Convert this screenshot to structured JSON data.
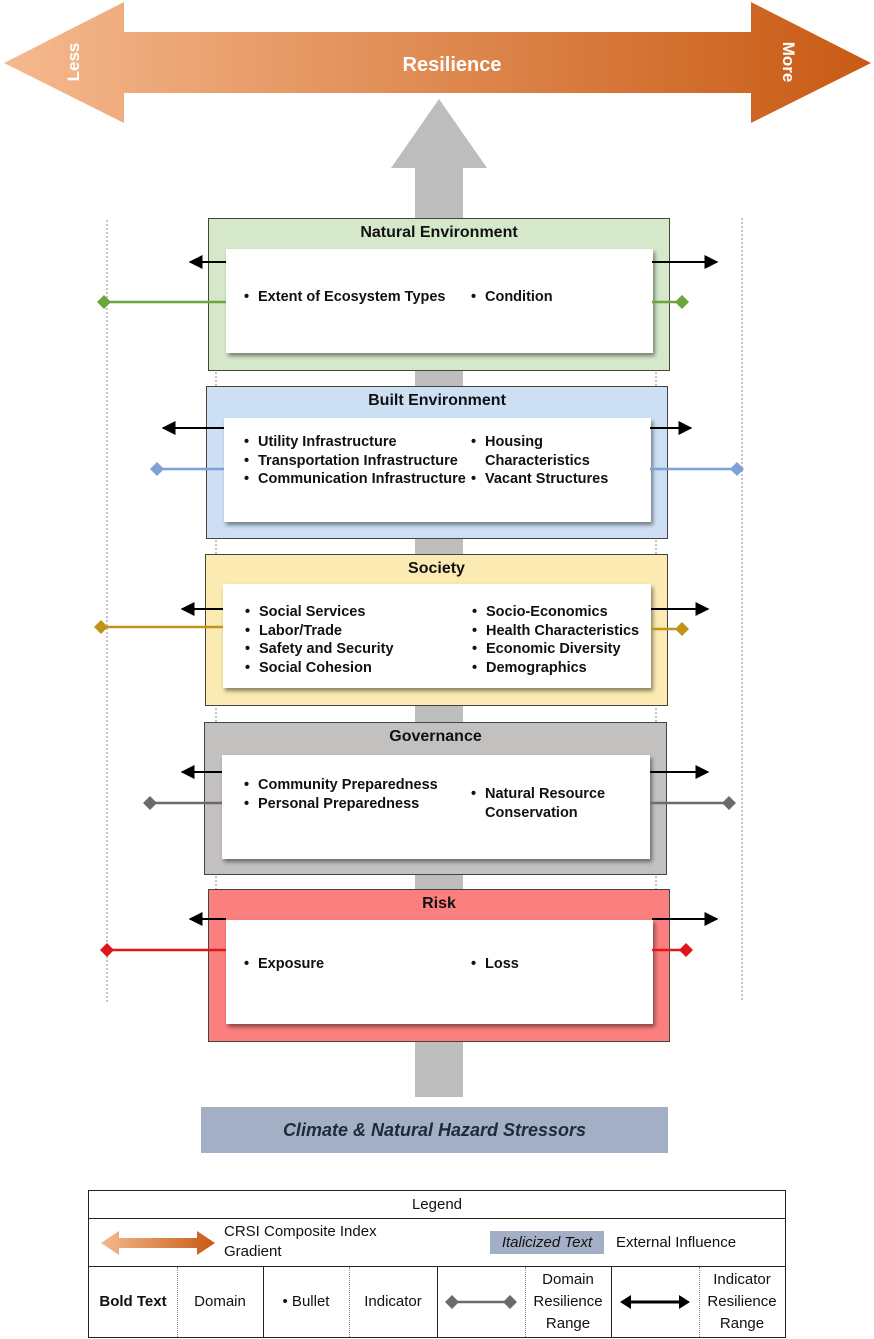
{
  "header": {
    "center_label": "Resilience",
    "left_label": "Less",
    "right_label": "More",
    "gradient_start": "#f5b98e",
    "gradient_end": "#c85a14"
  },
  "domains": [
    {
      "title": "Natural Environment",
      "fill": "#d5e8c9",
      "range_color": "#6aa63b",
      "col1": [
        "Extent of Ecosystem Types"
      ],
      "col2": [
        "Condition"
      ]
    },
    {
      "title": "Built Environment",
      "fill": "#cddff3",
      "range_color": "#7fa0d9",
      "col1": [
        "Utility Infrastructure",
        "Transportation Infrastructure",
        "Communication Infrastructure"
      ],
      "col2": [
        "Housing Characteristics",
        "Vacant Structures"
      ]
    },
    {
      "title": "Society",
      "fill": "#fbeab1",
      "range_color": "#c09418",
      "col1": [
        "Social Services",
        "Labor/Trade",
        "Safety and Security",
        "Social Cohesion"
      ],
      "col2": [
        "Socio-Economics",
        "Health Characteristics",
        "Economic Diversity",
        "Demographics"
      ]
    },
    {
      "title": "Governance",
      "fill": "#c3c0c0",
      "range_color": "#6e6a6a",
      "col1": [
        "Community Preparedness",
        "Personal Preparedness"
      ],
      "col2": [
        "Natural Resource Conservation"
      ]
    },
    {
      "title": "Risk",
      "fill": "#fb7f7f",
      "range_color": "#e0161a",
      "col1": [
        "Exposure"
      ],
      "col2": [
        "Loss"
      ]
    }
  ],
  "stressor": {
    "label": "Climate & Natural Hazard Stressors"
  },
  "legend": {
    "title": "Legend",
    "gradient_label": "CRSI Composite Index Gradient",
    "italic_sample": "Italicized Text",
    "italic_meaning": "External Influence",
    "bold_sample": "Bold Text",
    "bold_meaning": "Domain",
    "bullet_sample": "• Bullet",
    "bullet_meaning": "Indicator",
    "domain_range_label": "Domain Resilience Range",
    "indicator_range_label": "Indicator Resilience Range"
  }
}
